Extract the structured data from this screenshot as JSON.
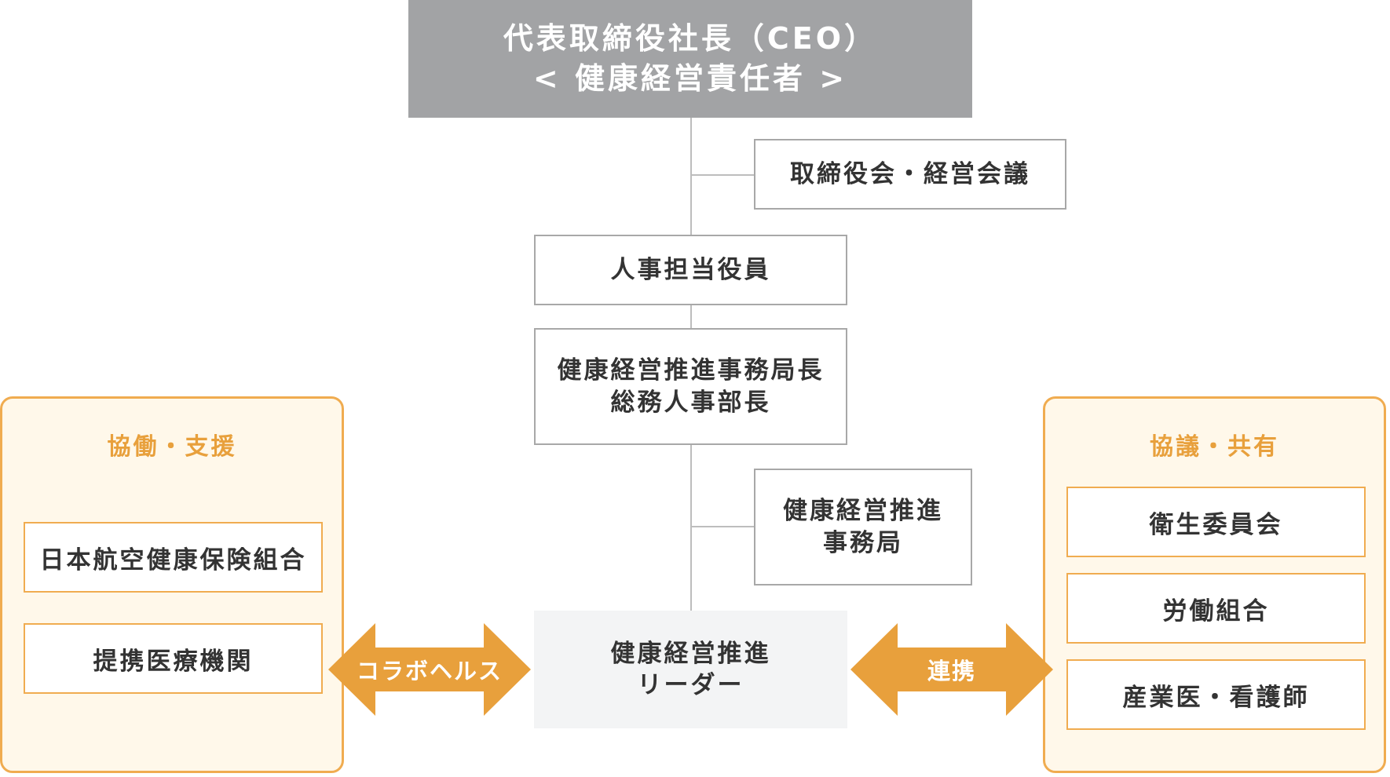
{
  "ceo": {
    "line1": "代表取締役社長（CEO）",
    "line2": "< 健康経営責任者 >"
  },
  "board": {
    "label": "取締役会・経営会議"
  },
  "hr_officer": {
    "label": "人事担当役員"
  },
  "director": {
    "line1": "健康経営推進事務局長",
    "line2": "総務人事部長"
  },
  "secretariat": {
    "line1": "健康経営推進",
    "line2": "事務局"
  },
  "leader": {
    "line1": "健康経営推進",
    "line2": "リーダー"
  },
  "left_panel": {
    "title": "協働・支援",
    "items": [
      "日本航空健康保険組合",
      "提携医療機関"
    ]
  },
  "right_panel": {
    "title": "協議・共有",
    "items": [
      "衛生委員会",
      "労働組合",
      "産業医・看護師"
    ]
  },
  "arrows": {
    "left_label": "コラボヘルス",
    "right_label": "連携"
  },
  "colors": {
    "accent_orange": "#e8a03c",
    "panel_bg": "#fff8ea",
    "ceo_bg": "#a2a3a5",
    "border_gray": "#a8a8a8"
  }
}
